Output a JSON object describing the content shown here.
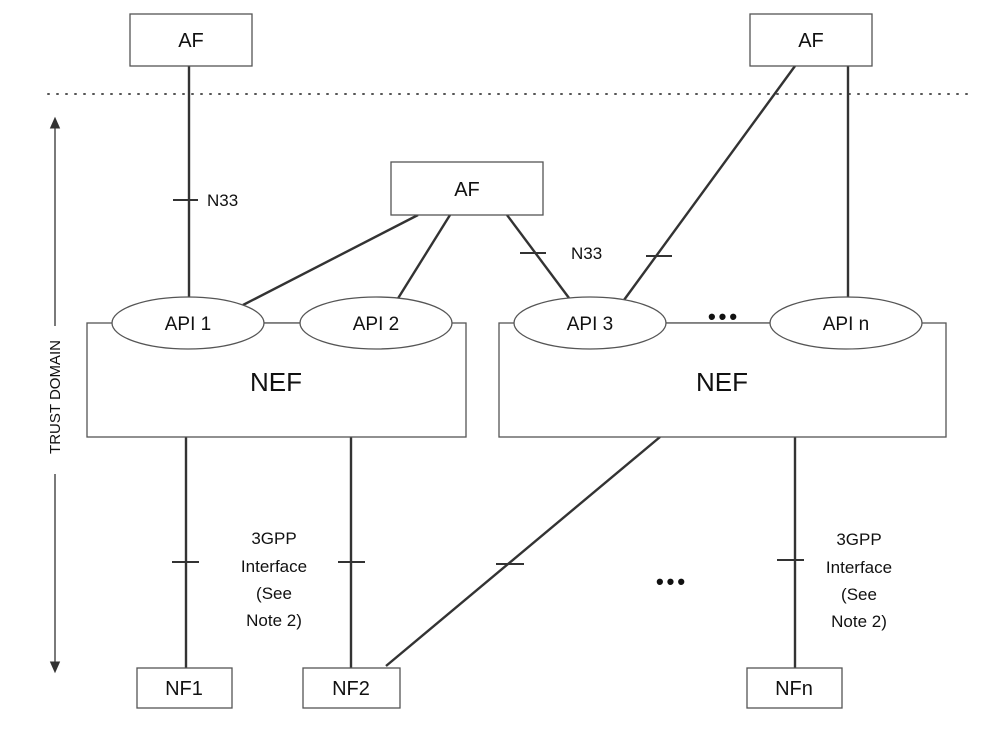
{
  "nodes": {
    "af_left": "AF",
    "af_center": "AF",
    "af_right": "AF",
    "nef_left": "NEF",
    "nef_right": "NEF",
    "api1": "API 1",
    "api2": "API 2",
    "api3": "API 3",
    "apin": "API n",
    "nf1": "NF1",
    "nf2": "NF2",
    "nfn": "NFn"
  },
  "labels": {
    "n33_left": "N33",
    "n33_center": "N33",
    "interface_left": [
      "3GPP",
      "Interface",
      "(See",
      "Note 2)"
    ],
    "interface_right": [
      "3GPP",
      "Interface",
      "(See",
      "Note 2)"
    ],
    "ellipsis_api": "•••",
    "ellipsis_nf": "•••",
    "trust_domain": "TRUST DOMAIN"
  }
}
